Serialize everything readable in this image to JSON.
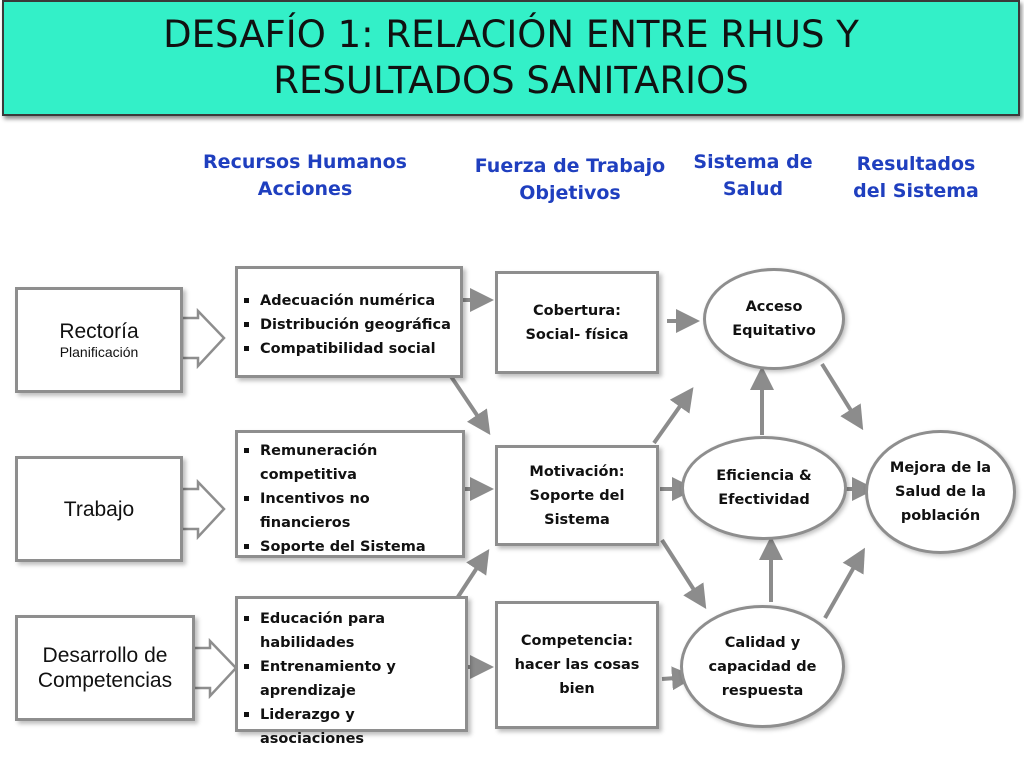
{
  "title": "DESAFÍO 1: RELACIÓN ENTRE RHUS Y RESULTADOS  SANITARIOS",
  "columns": [
    "Recursos Humanos\nAcciones",
    "Fuerza de Trabajo\nObjetivos",
    "Sistema de\nSalud",
    "Resultados\ndel Sistema"
  ],
  "left_boxes": [
    {
      "main": "Rectoría",
      "sub": "Planificación"
    },
    {
      "main": "Trabajo",
      "sub": ""
    },
    {
      "main": "Desarrollo de\nCompetencias",
      "sub": ""
    }
  ],
  "actions": [
    [
      "Adecuación numérica",
      "Distribución geográfica",
      "Compatibilidad social"
    ],
    [
      "Remuneración competitiva",
      "Incentivos no financieros",
      "Soporte del Sistema"
    ],
    [
      "Educación para habilidades",
      "Entrenamiento y aprendizaje",
      "Liderazgo y asociaciones"
    ]
  ],
  "objectives": [
    "Cobertura:\nSocial- física",
    "Motivación:\nSoporte del\nSistema",
    "Competencia:\nhacer las cosas\nbien"
  ],
  "system": [
    "Acceso\nEquitativo",
    "Eficiencia &\nEfectividad",
    "Calidad y\ncapacidad de\nrespuesta"
  ],
  "result": "Mejora de la\nSalud de la\npoblación",
  "colors": {
    "title_bg": "#33f0c8",
    "heading": "#1f3fbf",
    "border": "#8e8e8e",
    "arrow": "#8c8c8c"
  }
}
